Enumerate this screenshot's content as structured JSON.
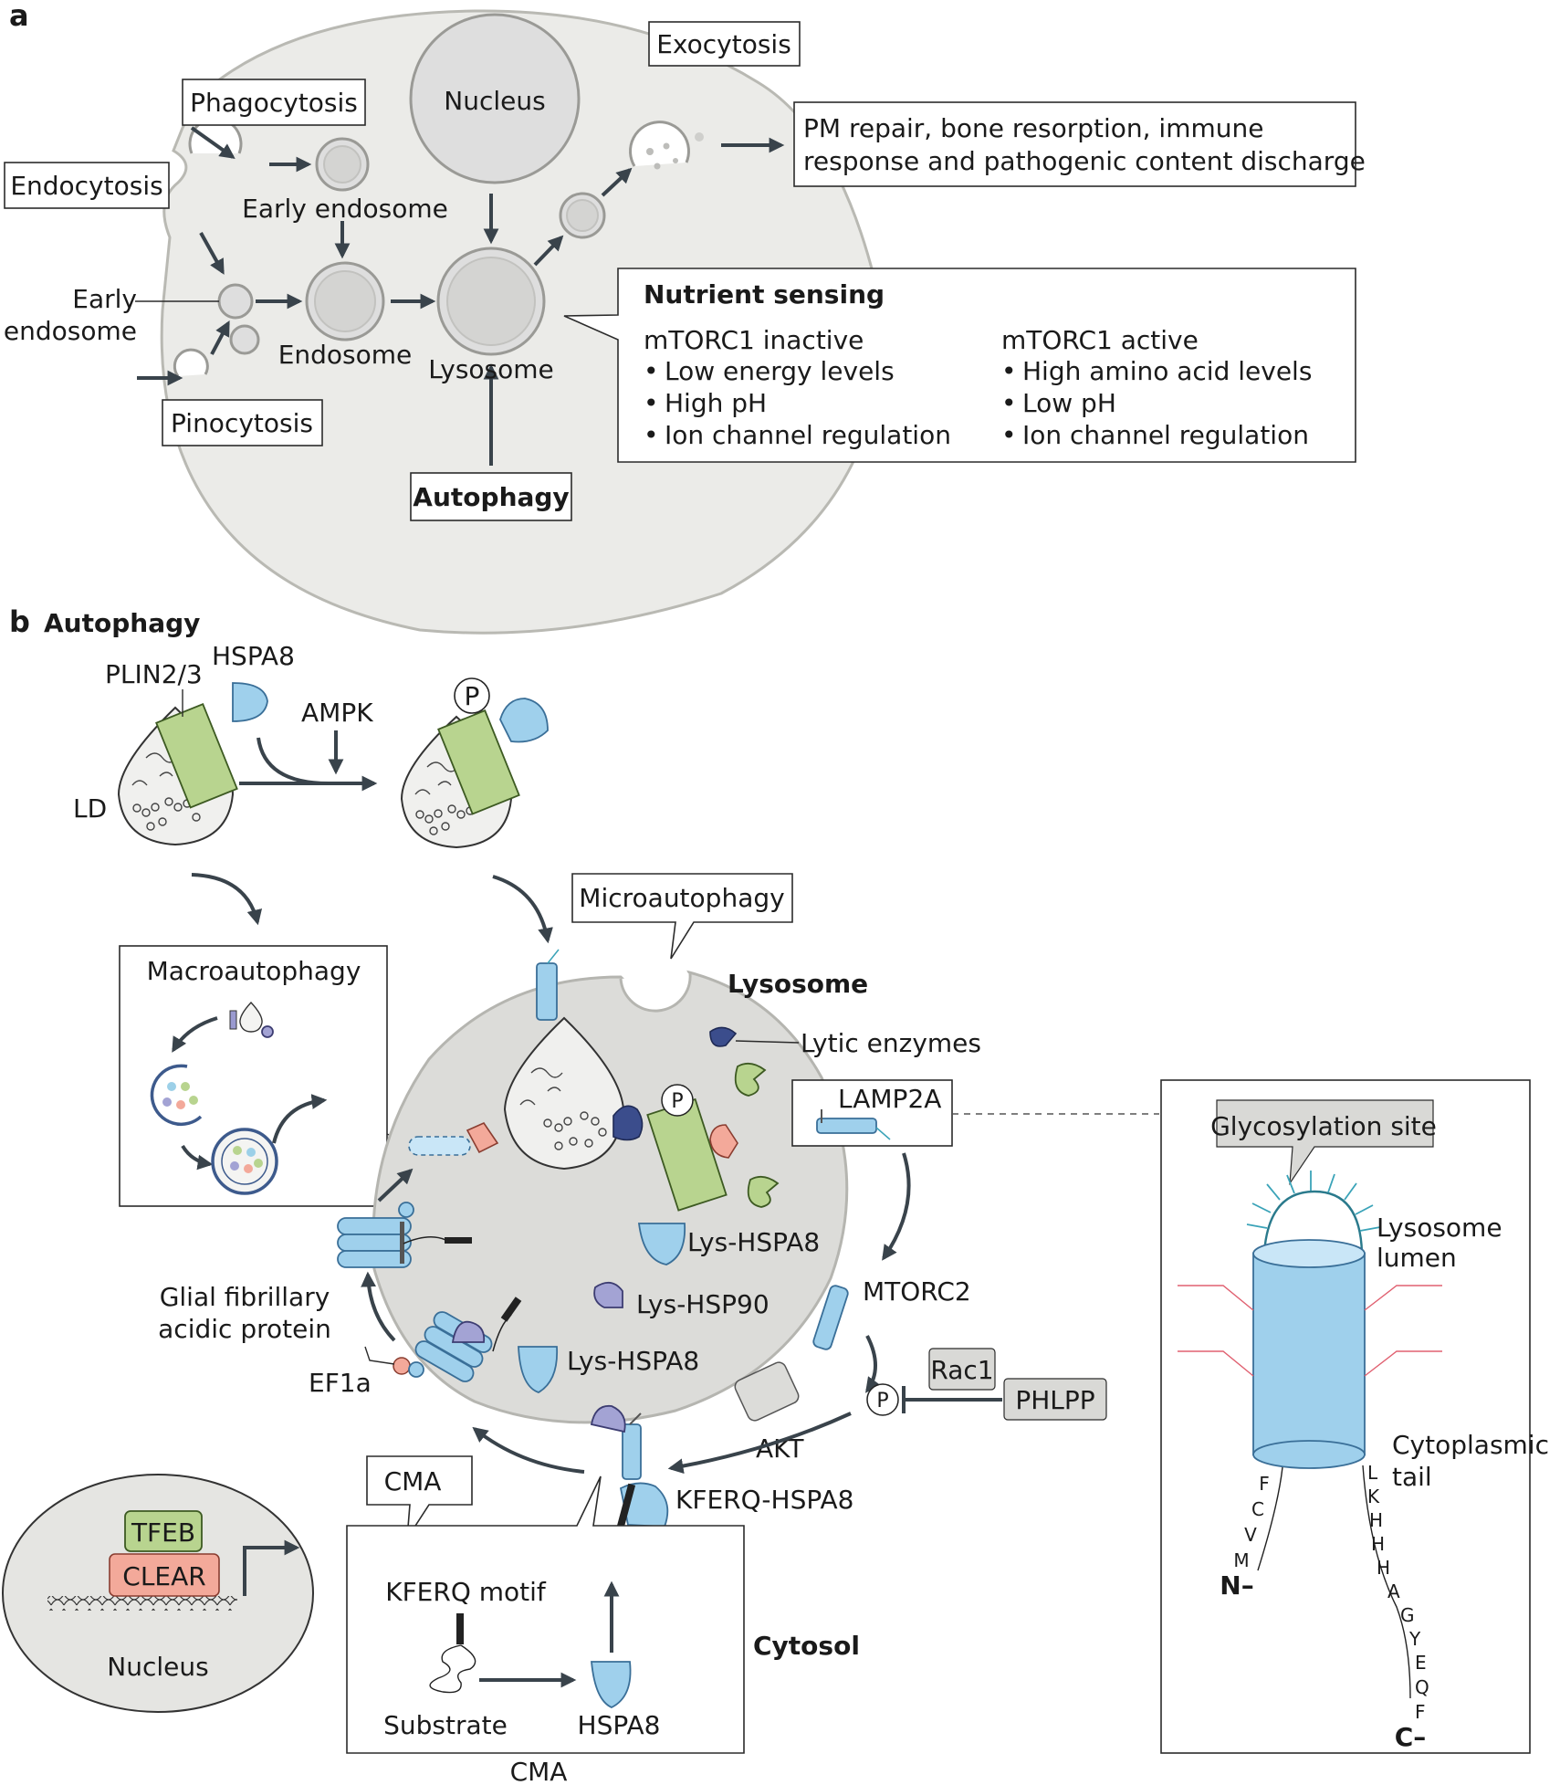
{
  "panel_a": {
    "letter": "a",
    "phagocytosis": "Phagocytosis",
    "endocytosis": "Endocytosis",
    "pinocytosis": "Pinocytosis",
    "exocytosis": "Exocytosis",
    "nucleus": "Nucleus",
    "early_endosome_top": "Early endosome",
    "early_endosome_left_1": "Early",
    "early_endosome_left_2": "endosome",
    "endosome": "Endosome",
    "lysosome": "Lysosome",
    "autophagy": "Autophagy",
    "pm_repair_1": "PM repair, bone resorption, immune",
    "pm_repair_2": "response and pathogenic  content discharge",
    "nutrient": {
      "title": "Nutrient sensing",
      "inactive_title": "mTORC1 inactive",
      "inactive_items": [
        "Low energy levels",
        "High pH",
        "Ion channel regulation"
      ],
      "active_title": "mTORC1 active",
      "active_items": [
        "High amino acid levels",
        "Low pH",
        "Ion channel regulation"
      ],
      "bullet": "•"
    }
  },
  "panel_b": {
    "letter": "b",
    "title": "Autophagy",
    "plin": "PLIN2/3",
    "hspa8_top": "HSPA8",
    "ampk": "AMPK",
    "ld": "LD",
    "p": "P",
    "microautophagy": "Microautophagy",
    "macroautophagy": "Macroautophagy",
    "lysosome": "Lysosome",
    "lytic_enzymes": "Lytic enzymes",
    "lamp2a": "LAMP2A",
    "lys_hspa8_1": "Lys-HSPA8",
    "lys_hsp90": "Lys-HSP90",
    "lys_hspa8_2": "Lys-HSPA8",
    "mtorc2": "MTORC2",
    "rac1": "Rac1",
    "phlpp": "PHLPP",
    "akt": "AKT",
    "glial_1": "Glial fibrillary",
    "glial_2": "acidic protein",
    "ef1a": "EF1a",
    "kferq_hspa8": "KFERQ-HSPA8",
    "cma_callout": "CMA",
    "kferq_motif": "KFERQ motif",
    "substrate": "Substrate",
    "hspa8_cma": "HSPA8",
    "cytosol": "Cytosol",
    "cma_bottom": "CMA",
    "tfeb": "TFEB",
    "clear": "CLEAR",
    "nucleus": "Nucleus",
    "glyco": "Glycosylation site",
    "lumen_1": "Lysosome",
    "lumen_2": "lumen",
    "tail_1": "Cytoplasmic",
    "tail_2": "tail",
    "n_term": "N–",
    "c_term": "C–",
    "seq_left": [
      "F",
      "C",
      "V",
      "M"
    ],
    "seq_right": [
      "L",
      "K",
      "H",
      "H",
      "H",
      "A",
      "G",
      "Y",
      "E",
      "Q",
      "F"
    ]
  }
}
